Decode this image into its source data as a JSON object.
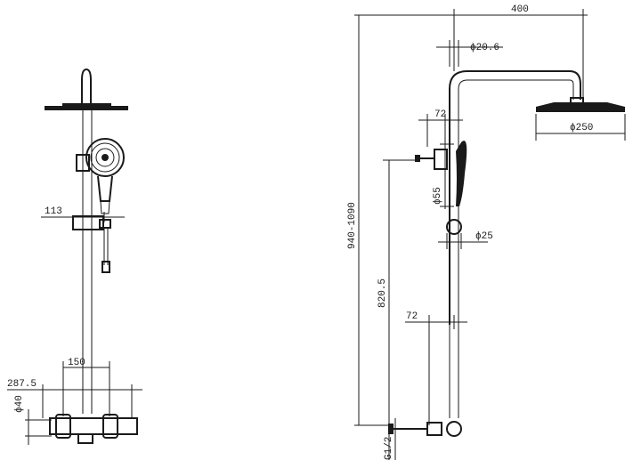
{
  "drawing": {
    "front_view": {
      "dim_outlet_offset": "113",
      "dim_centers": "150",
      "dim_depth": "287.5",
      "dim_inlet_dia": "ϕ40"
    },
    "side_view": {
      "dim_arm_length": "400",
      "dim_pipe_dia": "ϕ20.6",
      "dim_head_dia": "ϕ250",
      "dim_holder_offset": "72",
      "dim_handshower_dia": "ϕ55",
      "dim_rail_dia": "ϕ25",
      "dim_total_height": "940-1090",
      "dim_inlet_height": "820.5",
      "dim_bracket_offset": "72",
      "dim_thread": "G1/2"
    }
  }
}
